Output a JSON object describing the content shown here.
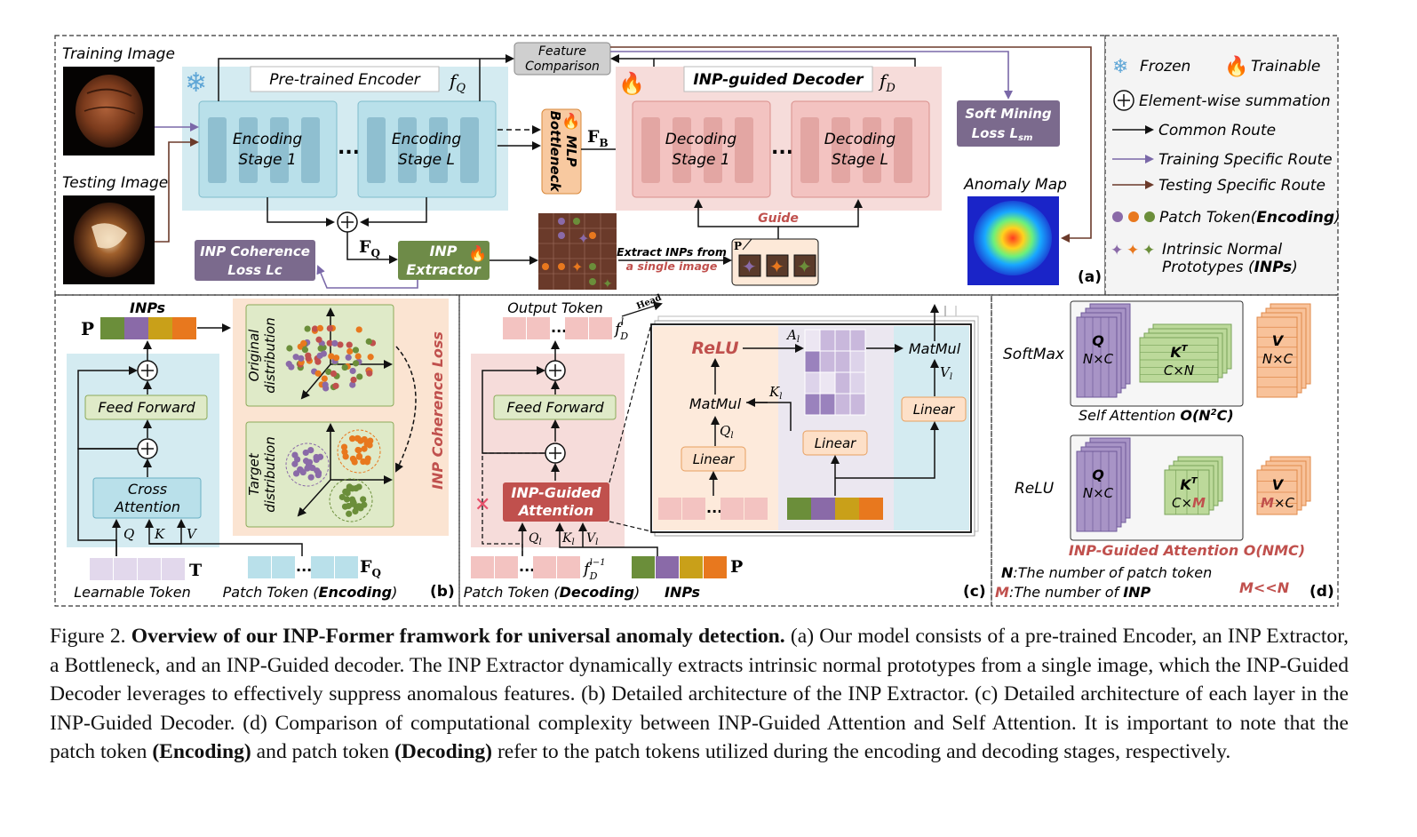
{
  "panel_a": {
    "training_image": "Training Image",
    "testing_image": "Testing Image",
    "encoder_title": "Pre-trained Encoder",
    "f_q": "f",
    "f_q_sub": "Q",
    "encoding_stage_1": [
      "Encoding",
      "Stage 1"
    ],
    "encoding_stage_l": [
      "Encoding",
      "Stage L"
    ],
    "ellipsis": "...",
    "feature_comparison": [
      "Feature",
      "Comparison"
    ],
    "mlp_bottleneck": [
      "MLP",
      "Bottleneck"
    ],
    "f_b": "F",
    "f_b_sub": "B",
    "decoder_title": "INP-guided Decoder",
    "f_d": "f",
    "f_d_sub": "D",
    "decoding_stage_1": [
      "Decoding",
      "Stage 1"
    ],
    "decoding_stage_l": [
      "Decoding",
      "Stage L"
    ],
    "soft_mining_loss": [
      "Soft Mining",
      "Loss L"
    ],
    "soft_mining_sub": "sm",
    "anomaly_map": "Anomaly Map",
    "guide": "Guide",
    "fq_label": "F",
    "fq_sub": "Q",
    "inp_coherence_loss": [
      "INP Coherence",
      "Loss Lc"
    ],
    "inp_extractor": [
      "INP",
      "Extractor"
    ],
    "extract_inps": "Extract INPs from",
    "single_image": "a single image",
    "p_label": "P",
    "tag": "(a)"
  },
  "legend": {
    "frozen": "Frozen",
    "trainable": "Trainable",
    "elementwise": "Element-wise summation",
    "common_route": "Common Route",
    "training_route": "Training Specific Route",
    "testing_route": "Testing Specific Route",
    "patch_token_prefix": "Patch Token(",
    "patch_token_bold": "Encoding",
    "patch_token_suffix": ")",
    "inp_line1": "Intrinsic Normal",
    "inp_line2_prefix": "Prototypes (",
    "inp_line2_bold": "INPs",
    "inp_line2_suffix": ")"
  },
  "panel_b": {
    "inps": "INPs",
    "p": "P",
    "feed_forward": "Feed Forward",
    "cross_attention": [
      "Cross",
      "Attention"
    ],
    "q": "Q",
    "k": "K",
    "v": "V",
    "t": "T",
    "learnable_token": "Learnable Token",
    "patch_token_prefix": "Patch Token (",
    "patch_token_bold": "Encoding",
    "patch_token_suffix": ")",
    "fq": "F",
    "fq_sub": "Q",
    "original_distribution": [
      "Original",
      "distribution"
    ],
    "target_distribution": [
      "Target",
      "distribution"
    ],
    "inp_coherence_loss": "INP Coherence Loss",
    "tag": "(b)"
  },
  "panel_c": {
    "output_token": "Output Token",
    "fd_l": "f",
    "fd_sub": "D",
    "fd_sup": "l",
    "head": "Head",
    "feed_forward": "Feed Forward",
    "inp_guided_attention": [
      "INP-Guided",
      "Attention"
    ],
    "ql": "Q",
    "kl": "K",
    "vl": "V",
    "l": "l",
    "relu": "ReLU",
    "al": "A",
    "matmul": "MatMul",
    "linear": "Linear",
    "fd_prev_sup": "l−1",
    "patch_token_prefix": "Patch Token (",
    "patch_token_bold": "Decoding",
    "patch_token_suffix": ")",
    "inps": "INPs",
    "p": "P",
    "tag": "(c)"
  },
  "panel_d": {
    "softmax": "SoftMax",
    "relu": "ReLU",
    "q": "Q",
    "kt": "K",
    "kt_sup": "T",
    "v": "V",
    "nxc": "N×C",
    "cxn": "C×N",
    "cx": "C×",
    "m": "M",
    "xc": "×C",
    "self_attention_prefix": "Self Attention ",
    "self_attention_complexity": "O(N",
    "self_attention_sup": "2",
    "self_attention_end": "C)",
    "inp_guided_complexity": "INP-Guided Attention O(NMC)",
    "n_def_bold": "N",
    "n_def": ":The number of patch token",
    "m_def_bold": "M",
    "m_def": ":The number of ",
    "m_def_end": "INP",
    "m_lt_n": "M<<N",
    "tag": "(d)"
  },
  "caption": {
    "figure": "Figure 2.",
    "title": "Overview of our INP-Former framwork for universal anomaly detection.",
    "text1": "(a) Our model consists of a pre-trained Encoder, an INP Extractor, a Bottleneck, and an INP-Guided decoder. The INP Extractor dynamically extracts intrinsic normal prototypes from a single image, which the INP-Guided Decoder leverages to effectively suppress anomalous features. (b) Detailed architecture of the INP Extractor. (c) Detailed architecture of each layer in the INP-Guided Decoder. (d) Comparison of computational complexity between INP-Guided Attention and Self Attention. It is important to note that the patch token",
    "bold1": "(Encoding)",
    "text2": "and patch token",
    "bold2": "(Decoding)",
    "text3": "refer to the patch tokens utilized during the encoding and decoding stages, respectively."
  },
  "colors": {
    "encoder_bg": "#d4ebf1",
    "encoder_stage": "#b9e0ea",
    "decoder_bg": "#f6dcda",
    "decoder_stage": "#f3c3c1",
    "purple_box": "#7b6a8d",
    "green_box": "#6e8b48",
    "orange_box": "#f8c9a0",
    "inp_green": "#6b8e3a",
    "inp_purple": "#8a6aa8",
    "inp_gold": "#c9a019",
    "inp_orange": "#e8781e",
    "accent_red": "#c0504d"
  }
}
